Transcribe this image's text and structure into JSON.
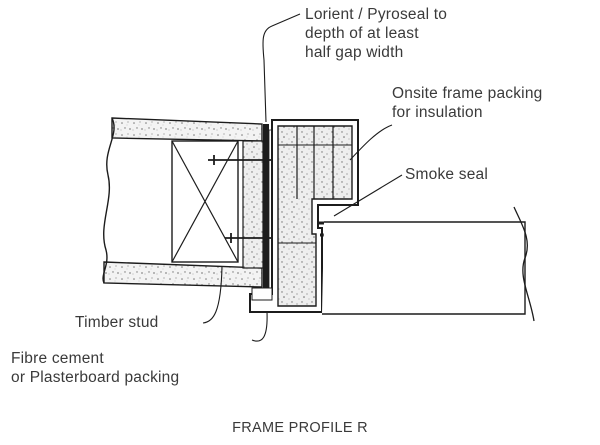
{
  "labels": {
    "lorient": [
      "Lorient / Pyroseal to",
      "depth of at least",
      "half gap width"
    ],
    "frame_packing": [
      "Onsite frame packing",
      "for insulation"
    ],
    "smoke_seal": "Smoke seal",
    "timber_stud": "Timber stud",
    "fibre_cement": [
      "Fibre cement",
      "or Plasterboard packing"
    ],
    "title": "FRAME PROFILE R"
  },
  "colors": {
    "ink": "#1c1c1c",
    "label_text": "#3a3a3a",
    "hatch_fill": "#f2f2f2"
  }
}
